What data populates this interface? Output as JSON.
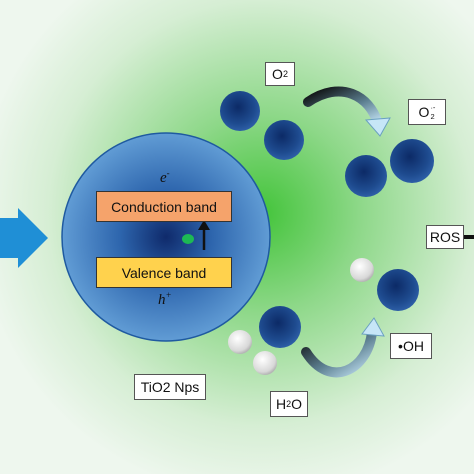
{
  "particle": {
    "electron": "e",
    "electron_sup": "-",
    "hole": "h",
    "hole_sup": "+",
    "conduction_band": "Conduction band",
    "valence_band": "Valence band"
  },
  "labels": {
    "tio2": "TiO2 Nps",
    "o2_main": "O",
    "o2_sub": "2",
    "superoxide_main": "O",
    "superoxide_sub": "2",
    "superoxide_sup": "·-",
    "ros": "ROS",
    "hydroxyl": "•OH",
    "water_main": "H",
    "water_sub": "2",
    "water_rest": "O"
  },
  "colors": {
    "background_center": "#43c43a",
    "background_edge": "#e6f4e6",
    "sphere_center": "#0f2a6b",
    "sphere_edge": "#5b9bd5",
    "molecule": "#1e4b8f",
    "conduction_band_fill": "#f5a36b",
    "valence_band_fill": "#ffd24d",
    "light_arrow": "#1f8fd6",
    "hole_dot": "#1db954",
    "curved_arrow_dark": "#0a0a0a",
    "curved_arrow_light": "#b8dcf0"
  }
}
